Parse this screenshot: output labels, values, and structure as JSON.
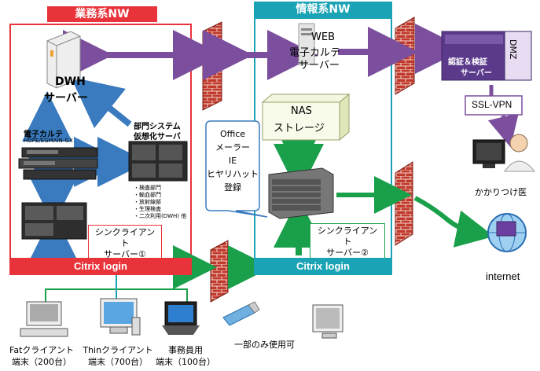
{
  "zones": {
    "business": {
      "title": "業務系NW",
      "color": "#e8333a"
    },
    "info": {
      "title": "情報系NW",
      "color": "#1aa3b5"
    }
  },
  "nodes": {
    "web_server": {
      "line1": "WEB",
      "line2": "電子カルテ",
      "line3": "サーバー"
    },
    "dwh_server": {
      "line1": "DWH",
      "line2": "サーバー"
    },
    "emr": {
      "line1": "電子カルテ",
      "line2": "HOPE/EGMAIN-GX"
    },
    "dept_system": {
      "line1": "部門システム",
      "line2": "仮想化サーバ",
      "items": [
        "・検査部門",
        "・輸血部門",
        "・放射線部",
        "・生理検査",
        "・二次利用(DWH) 他"
      ]
    },
    "thin_client_server_1": {
      "line1": "シンクライアント",
      "line2": "サーバー①"
    },
    "thin_client_server_2": {
      "line1": "シンクライアント",
      "line2": "サーバー②"
    },
    "nas": {
      "line1": "NAS",
      "line2": "ストレージ"
    },
    "office_callout": {
      "lines": [
        "Office",
        "メーラー",
        "IE",
        "ヒヤリハット",
        "登録"
      ]
    },
    "dmz": {
      "label": "DMZ",
      "auth1": "認証＆検証",
      "auth2": "サーバー"
    },
    "ssl_vpn": {
      "label": "SSL-VPN"
    },
    "family_doctor": {
      "label": "かかりつけ医"
    },
    "internet": {
      "label": "internet"
    }
  },
  "logins": {
    "business": "Citrix login",
    "info": "Citrix login"
  },
  "terminals": {
    "fat": {
      "line1": "Fatクライアント",
      "line2": "端末（200台）"
    },
    "thin": {
      "line1": "Thinクライアント",
      "line2": "端末（700台）"
    },
    "office": {
      "line1": "事務員用",
      "line2": "端末（100台）"
    },
    "usb": {
      "label": "一部のみ使用可"
    }
  },
  "colors": {
    "purple_arrow": "#7b4f9d",
    "blue_arrow": "#3a7bbf",
    "green_arrow": "#1aa04a",
    "firewall": "#c0392b"
  }
}
